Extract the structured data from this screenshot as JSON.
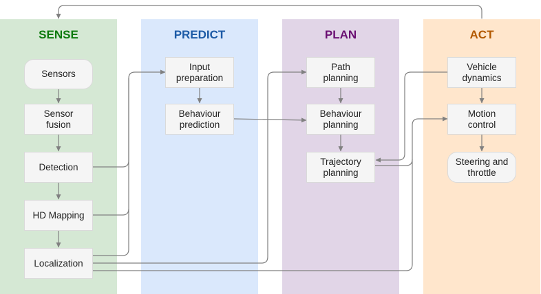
{
  "lanes": {
    "sense": {
      "title": "SENSE",
      "bg": "#d5e8d4",
      "color": "#0d7a0d"
    },
    "predict": {
      "title": "PREDICT",
      "bg": "#dae8fc",
      "color": "#1c5aa6"
    },
    "plan": {
      "title": "PLAN",
      "bg": "#e1d5e7",
      "color": "#6a0f72"
    },
    "act": {
      "title": "ACT",
      "bg": "#ffe6cc",
      "color": "#b35900"
    }
  },
  "nodes": {
    "sensors": "Sensors",
    "sensor_fusion": "Sensor fusion",
    "detection": "Detection",
    "hd_mapping": "HD Mapping",
    "localization": "Localization",
    "input_preparation": "Input preparation",
    "behaviour_prediction": "Behaviour prediction",
    "path_planning": "Path planning",
    "behaviour_planning": "Behaviour planning",
    "trajectory_planning": "Trajectory planning",
    "vehicle_dynamics": "Vehicle dynamics",
    "motion_control": "Motion control",
    "steering_throttle": "Steering and throttle"
  },
  "colors": {
    "edge": "#808080",
    "node_fill": "#f5f5f5"
  }
}
